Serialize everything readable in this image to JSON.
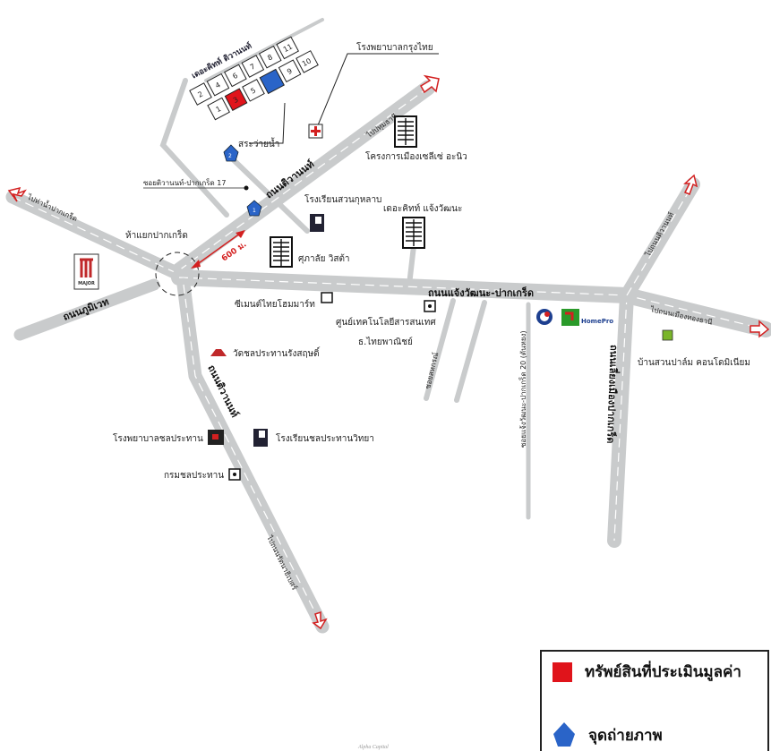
{
  "roads": {
    "tiwanon_ne": "ถนนติวานนท์",
    "tiwanon_s": "ถนนติวานนท์",
    "chaengwattana": "ถนนแจ้งวัฒนะ-ปากเกร็ด",
    "phumiwet": "ถนนภูมิเวท",
    "mueangthong": "ถนนเลี่ยงเมืองปากเกร็ด",
    "soi_tiwanon_17": "ซอยติวานนท์-ปากเกร็ด 17",
    "soi_sahakorn": "ซอยสหกรณ์",
    "soi_20": "ซอยแจ้งวัฒนะ-ปากเกร็ด 20 (ตันหยง)"
  },
  "directions": {
    "to_pathum": "ไปปทุมธานี",
    "to_pakkret_pier": "ไปท่าน้ำปากเกร็ด",
    "to_tiwanon": "ไปถนนติวานนท์",
    "to_mueangthong": "ไปถนนเมืองทองธานี",
    "to_nonthaburi": "ไปถนนรัตนาธิเบศร์"
  },
  "places": {
    "project": "เดอะคิทท์ ติวานนท์",
    "pool": "สระว่ายน้ำ",
    "hospital_krungthai": "โรงพยาบาลกรุงไทย",
    "city_sense": "โครงการเมืองเซลีเซ่ อะนิว",
    "school_suankularb": "โรงเรียนสวนกุหลาบ",
    "kitt_chaeng": "เดอะคิทท์ แจ้งวัฒนะ",
    "supalai": "ศุภาลัย วิสต้า",
    "junction": "ห้าแยกปากเกร็ด",
    "distance": "600 ม.",
    "cement": "ซีเมนต์ไทยโฮมมาร์ท",
    "tech_center": "ศูนย์เทคโนโลยีสารสนเทศ",
    "bank": "ธ.ไทยพาณิชย์",
    "temple": "วัดชลประทานรังสฤษดิ์",
    "hospital_chon": "โรงพยาบาลชลประทาน",
    "school_chon": "โรงเรียนชลประทานวิทยา",
    "irrigation": "กรมชลประทาน",
    "condo": "บ้านสวนปาล์ม คอนโดมิเนียม",
    "major": "MAJOR",
    "homepro": "HomePro"
  },
  "plots": {
    "top": [
      "2",
      "4",
      "6",
      "7",
      "8",
      "11"
    ],
    "bottom": [
      "1",
      "3",
      "5",
      "",
      "9",
      "10"
    ]
  },
  "markers": [
    "1",
    "2"
  ],
  "legend": {
    "property": "ทรัพย์สินที่ประเมินมูลค่า",
    "photo_point": "จุดถ่ายภาพ"
  },
  "watermark": "Alpha Capital",
  "colors": {
    "property": "#e0141b",
    "photo": "#2a64c8",
    "road": "#c9cbcc",
    "arrow": "#d32020"
  }
}
